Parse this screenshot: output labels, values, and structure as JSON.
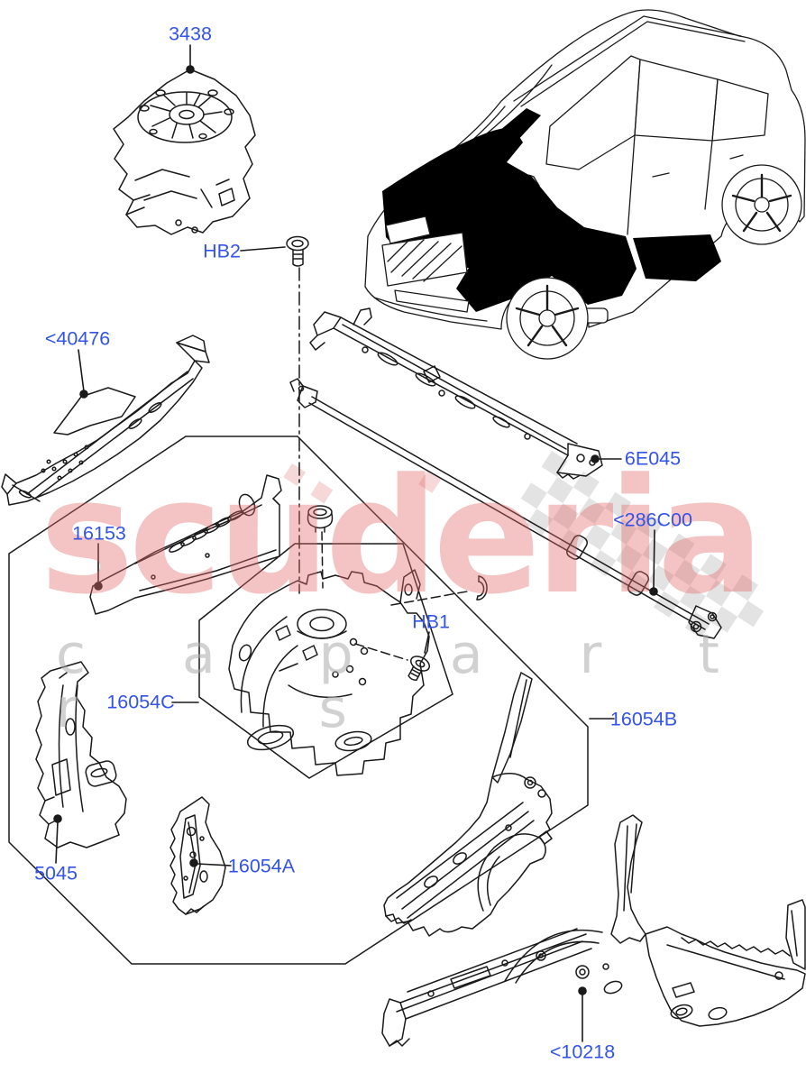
{
  "watermark": {
    "brand": "scuderia",
    "word_left": "c a r",
    "word_right": "p a r t s"
  },
  "callouts": {
    "c3438": "3438",
    "hb2": "HB2",
    "c40476": "<40476",
    "c16153": "16153",
    "c6e045": "6E045",
    "c286c00": "<286C00",
    "hb1": "HB1",
    "c16054c": "16054C",
    "c16054b": "16054B",
    "c5045": "5045",
    "c16054a": "16054A",
    "c10218": "<10218"
  },
  "colors": {
    "callout_blue": "#3453e8",
    "line_black": "#1a1a1a",
    "watermark_red": "rgba(228,106,106,0.40)",
    "watermark_gray": "rgba(172,172,172,0.55)",
    "checker_gray": "#c8c8c8",
    "checker_pink": "#e89a9a",
    "background": "#ffffff"
  }
}
